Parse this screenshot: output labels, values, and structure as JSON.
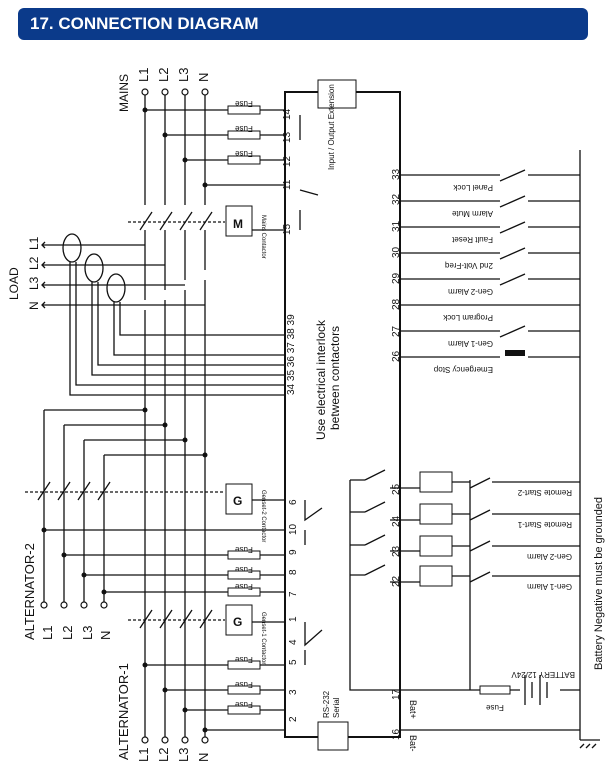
{
  "header": {
    "title": "17. CONNECTION DIAGRAM"
  },
  "colors": {
    "header_bg": "#0b3a8a",
    "wire": "#111111"
  },
  "groups": {
    "mains": {
      "label": "MAINS",
      "phases": [
        "L1",
        "L2",
        "L3",
        "N"
      ]
    },
    "load": {
      "label": "LOAD",
      "phases": [
        "L1",
        "L2",
        "L3",
        "N"
      ]
    },
    "alternator2": {
      "label": "ALTERNATOR-2",
      "phases": [
        "L1",
        "L2",
        "L3",
        "N"
      ]
    },
    "alternator1": {
      "label": "ALTERNATOR-1",
      "phases": [
        "L1",
        "L2",
        "L3",
        "N"
      ]
    }
  },
  "fuse_label": "Fuse",
  "terminals": {
    "top": [
      "14",
      "13",
      "12",
      "11",
      "15"
    ],
    "ct": "34 35 36 37 38 39",
    "gen2": [
      "6",
      "10",
      "9",
      "8",
      "7"
    ],
    "gen1": [
      "1",
      "4",
      "5",
      "3",
      "2"
    ],
    "right": [
      "33",
      "32",
      "31",
      "30",
      "29",
      "28",
      "27",
      "26"
    ],
    "bottom": [
      "25",
      "24",
      "23",
      "22",
      "17",
      "16"
    ]
  },
  "inputs": [
    "Panel Lock",
    "Alarm Mute",
    "Fault Reset",
    "2nd Volt-Freq",
    "Gen-2 Alarm",
    "Program Lock",
    "Gen-1 Alarm",
    "Emergency Stop"
  ],
  "outputs": [
    "Remote Start-2",
    "Remote Start-1",
    "Gen-2 Alarm",
    "Gen-1 Alarm"
  ],
  "contactors": {
    "mains": {
      "symbol": "M",
      "label": "Mains Contactor"
    },
    "gen2": {
      "symbol": "G",
      "label": "Genset-2 Contactor"
    },
    "gen1": {
      "symbol": "G",
      "label": "Genset-1 Contactor"
    }
  },
  "module": {
    "io_ext": "Input / Output Extension",
    "interlock": [
      "Use electrical interlock",
      "between contactors"
    ],
    "rs232": [
      "RS-232",
      "Serial"
    ]
  },
  "battery": {
    "label": "BATTERY 12/24V",
    "bat_plus": "Bat+",
    "bat_minus": "Bat-",
    "note": "Battery Negative must be grounded"
  }
}
